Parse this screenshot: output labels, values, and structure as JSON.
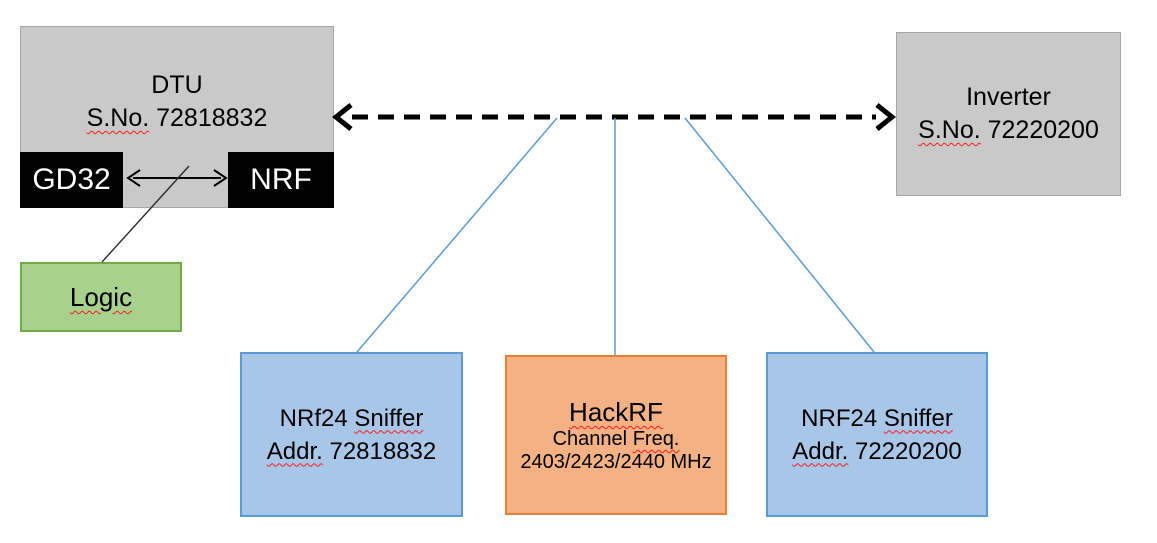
{
  "diagram": {
    "dtu": {
      "title": "DTU",
      "serial_prefix": "S.No.",
      "serial": "72818832"
    },
    "gd32": {
      "label": "GD32"
    },
    "nrf": {
      "label": "NRF"
    },
    "logic": {
      "label": "Logic"
    },
    "inverter": {
      "title": "Inverter",
      "serial_prefix": "S.No.",
      "serial": "72220200"
    },
    "sniffer_left": {
      "name": "NRf24",
      "type": "Sniffer",
      "addr_prefix": "Addr.",
      "addr": "72818832"
    },
    "hackrf": {
      "title": "HackRF",
      "subtitle_word1": "Channel",
      "subtitle_word2": "Freq.",
      "frequencies": "2403/2423/2440 MHz"
    },
    "sniffer_right": {
      "name": "NRF24",
      "type": "Sniffer",
      "addr_prefix": "Addr.",
      "addr": "72220200"
    }
  },
  "colors": {
    "gray_fill": "#C9C9C9",
    "gray_border": "#A6A6A6",
    "black_fill": "#000000",
    "green_fill": "#A9D18E",
    "green_border": "#70AD47",
    "blue_fill": "#A8C6E8",
    "blue_border": "#5B9BD5",
    "orange_fill": "#F4B183",
    "orange_border": "#ED7D31",
    "connector_blue": "#5B9BD5",
    "dashed_link_black": "#000000",
    "spellcheck_red": "#FF1A1A"
  }
}
